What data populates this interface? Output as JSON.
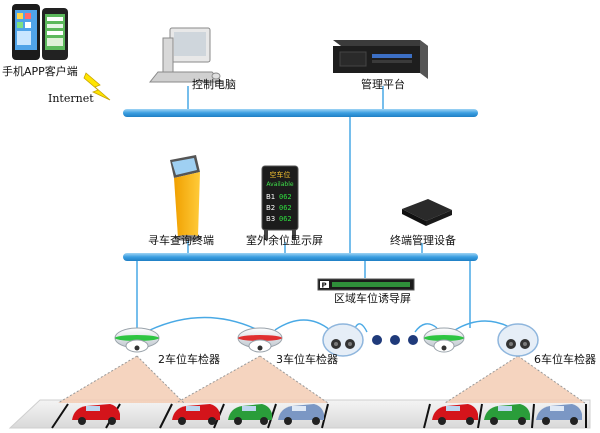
{
  "nodes": {
    "mobile_app": "手机APP客户端",
    "internet": "Internet",
    "control_pc": "控制电脑",
    "management_platform": "管理平台",
    "search_terminal": "寻车查询终端",
    "outdoor_display": "室外余位显示屏",
    "terminal_manager": "终端管理设备",
    "zone_guide_screen": "区域车位诱导屏",
    "detector_2": "2车位车检器",
    "detector_3": "3车位车检器",
    "detector_6": "6车位车检器"
  },
  "outdoor_display_panel": {
    "header_line1": "空车位",
    "header_line2": "Available",
    "rows": [
      {
        "label": "B1",
        "value": "062"
      },
      {
        "label": "B2",
        "value": "062"
      },
      {
        "label": "B3",
        "value": "062"
      }
    ]
  },
  "colors": {
    "bus_line": "#3aa0e0",
    "link_line": "#49a9e5",
    "detector_green": "#19c12f",
    "detector_red": "#e01c1c",
    "cone_fill": "#f3cdb4",
    "car_red": "#d4141b",
    "car_green": "#2a9d3a",
    "car_blue": "#7b97c4"
  }
}
